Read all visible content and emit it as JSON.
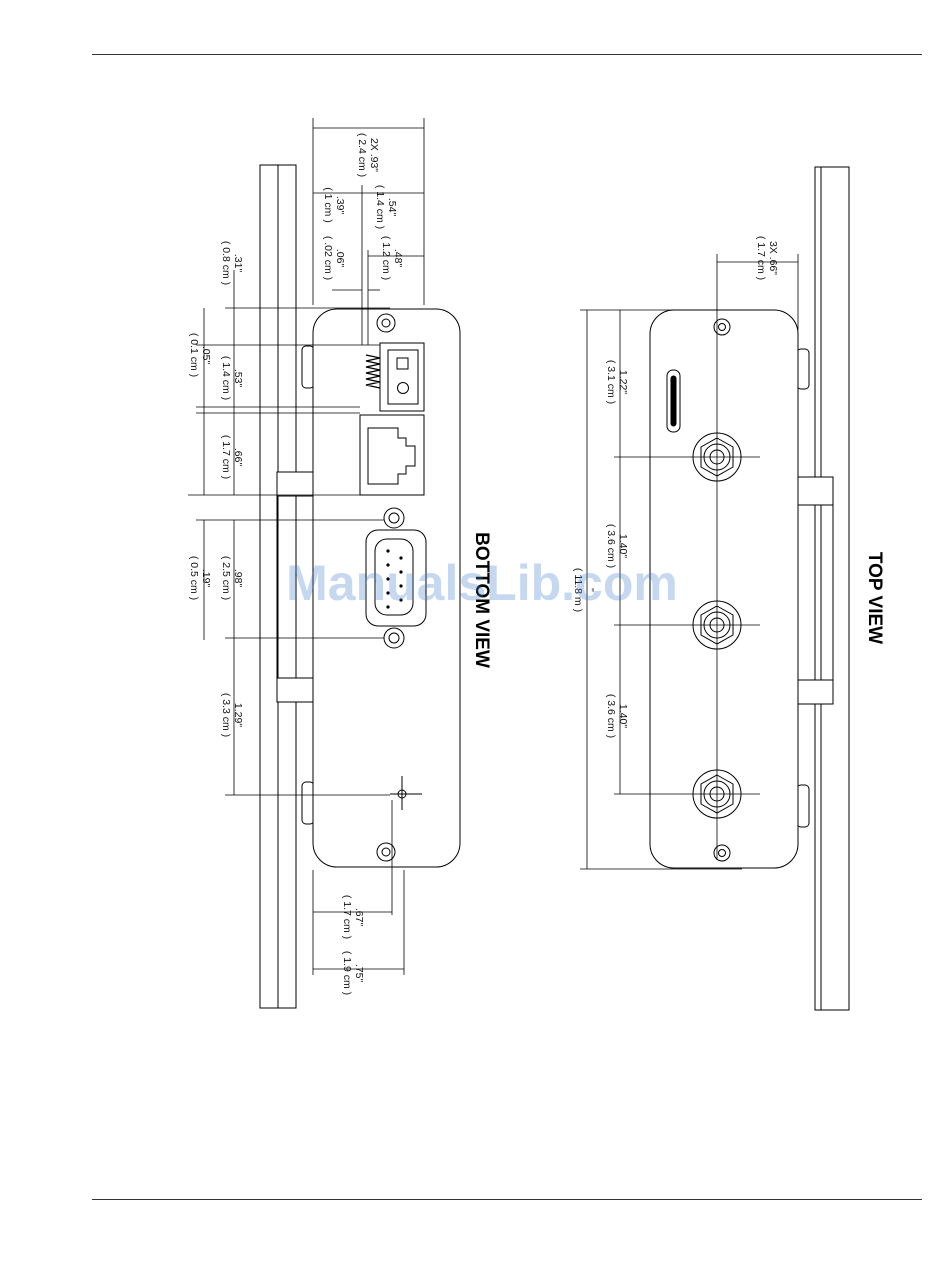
{
  "bottom_view": {
    "title": "BOTTOM VIEW",
    "dims": [
      {
        "in": "2X .93\"",
        "cm": "( 2.4 cm )"
      },
      {
        "in": ".54\"",
        "cm": "( 1.4 cm )"
      },
      {
        "in": ".39\"",
        "cm": "( 1 cm )"
      },
      {
        "in": ".06\"",
        "cm": "( .02 cm )"
      },
      {
        "in": ".48\"",
        "cm": "( 1.2 cm )"
      },
      {
        "in": ".31\"",
        "cm": "( 0.8 cm )"
      },
      {
        "in": ".05\"",
        "cm": "( 0.1 cm )"
      },
      {
        "in": ".53\"",
        "cm": "( 1.4 cm )"
      },
      {
        "in": ".66\"",
        "cm": "( 1.7 cm )"
      },
      {
        "in": ".19\"",
        "cm": "( 0.5 cm )"
      },
      {
        "in": ".98\"",
        "cm": "( 2.5 cm )"
      },
      {
        "in": "1.29\"",
        "cm": "( 3.3 cm )"
      },
      {
        "in": ".67\"",
        "cm": "( 1.7 cm )"
      },
      {
        "in": ".75\"",
        "cm": "( 1.9 cm )"
      }
    ]
  },
  "top_view": {
    "title": "TOP VIEW",
    "dims": [
      {
        "in": "3X .66\"",
        "cm": "( 1.7 cm )"
      },
      {
        "in": "1.22\"",
        "cm": "( 3.1 cm )"
      },
      {
        "in": "1.40\"",
        "cm": "( 3.6 cm )"
      },
      {
        "in": "1.40\"",
        "cm": "( 3.6 cm )"
      },
      {
        "in": "\"",
        "cm": "( 11.8 m )"
      }
    ]
  },
  "watermark": "ManualsLib.com"
}
